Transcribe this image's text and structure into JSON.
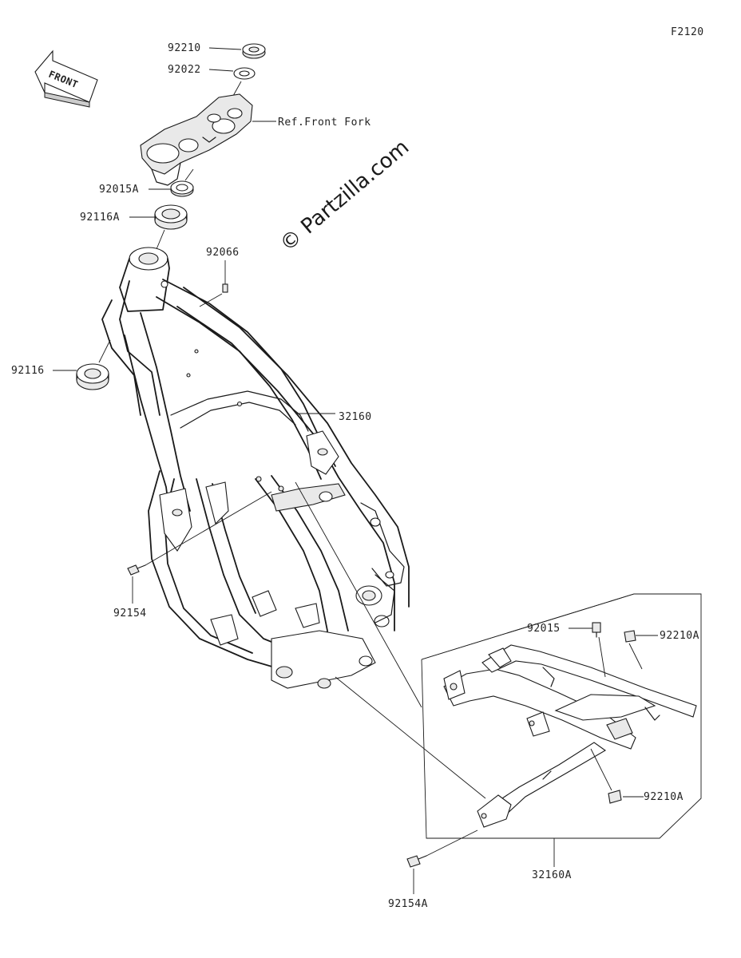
{
  "diagram_code": "F2120",
  "front_arrow_label": "FRONT",
  "watermark": "© Partzilla.com",
  "ref_label": "Ref.Front Fork",
  "parts": {
    "p92210": "92210",
    "p92022": "92022",
    "p92015A": "92015A",
    "p92116A": "92116A",
    "p92066": "92066",
    "p92116": "92116",
    "p32160": "32160",
    "p92154": "92154",
    "p92015": "92015",
    "p92210A_top": "92210A",
    "p92210A_bottom": "92210A",
    "p32160A": "32160A",
    "p92154A": "92154A"
  }
}
